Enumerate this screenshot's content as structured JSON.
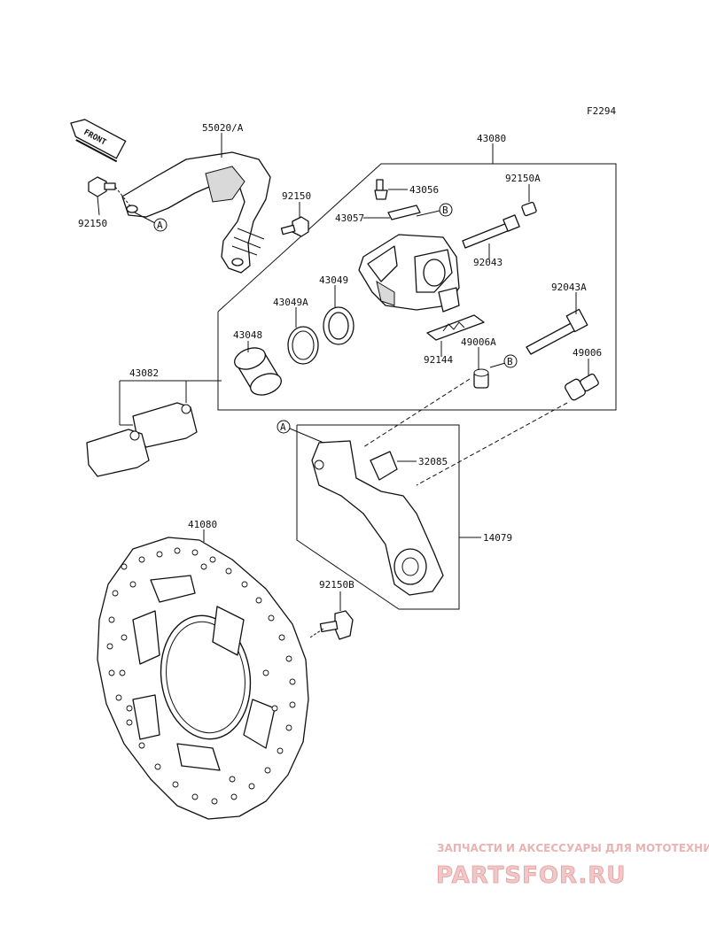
{
  "figure_id": "F2294",
  "front_label": "FRONT",
  "callouts": {
    "a": "A",
    "b": "B"
  },
  "parts": {
    "p55020": "55020/A",
    "p92150_left": "92150",
    "p92150_right": "92150",
    "p43080": "43080",
    "p43056": "43056",
    "p92150A": "92150A",
    "p43057": "43057",
    "p92043": "92043",
    "p43049": "43049",
    "p43049A": "43049A",
    "p92043A": "92043A",
    "p43048": "43048",
    "p49006A": "49006A",
    "p92144": "92144",
    "p49006": "49006",
    "p43082": "43082",
    "p32085": "32085",
    "p14079": "14079",
    "p41080": "41080",
    "p92150B": "92150B"
  },
  "watermark": {
    "tagline": "ЗАПЧАСТИ И АКСЕССУАРЫ ДЛЯ МОТОТЕХНИКИ",
    "brand": "PARTSFOR.RU"
  }
}
